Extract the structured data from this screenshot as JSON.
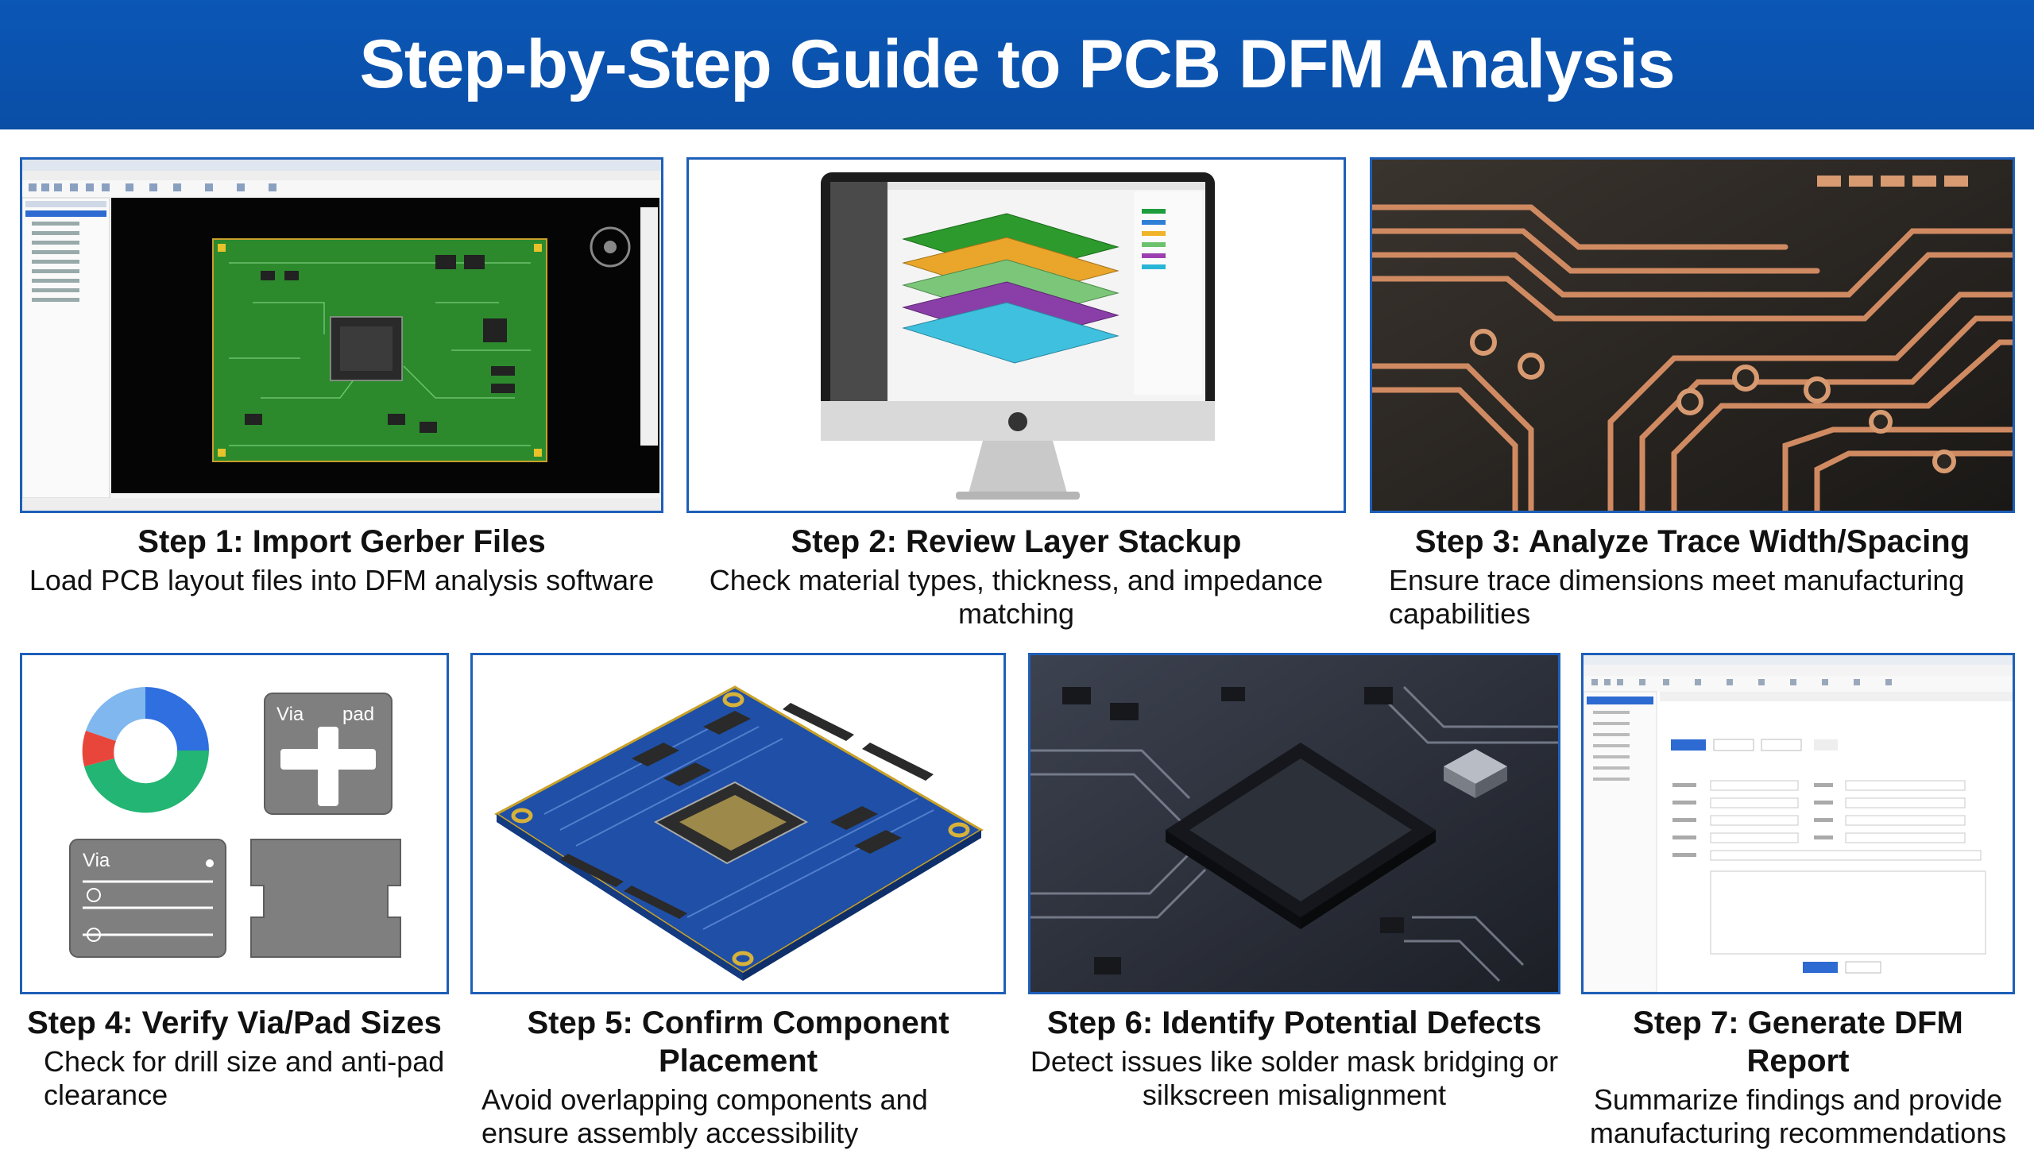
{
  "header": {
    "title": "Step-by-Step Guide to PCB DFM Analysis"
  },
  "steps": [
    {
      "title": "Step 1: Import Gerber Files",
      "desc": "Load PCB layout files into DFM analysis software"
    },
    {
      "title": "Step 2: Review Layer Stackup",
      "desc": "Check material types, thickness, and impedance matching"
    },
    {
      "title": "Step 3: Analyze Trace Width/Spacing",
      "desc": "Ensure trace dimensions meet manufacturing capabilities"
    },
    {
      "title": "Step 4: Verify Via/Pad Sizes",
      "desc": "Check for drill size and anti-pad clearance"
    },
    {
      "title": "Step 5: Confirm Component Placement",
      "desc": "Avoid overlapping components and ensure assembly accessibility"
    },
    {
      "title": "Step 6: Identify Potential Defects",
      "desc": "Detect issues like solder mask bridging or silkscreen misalignment"
    },
    {
      "title": "Step 7: Generate DFM Report",
      "desc": "Summarize findings and provide manufacturing recommendations"
    }
  ],
  "illustrations": {
    "step4_labels": {
      "via_top": "Via",
      "pad_top": "pad",
      "via_bottom": "Via"
    }
  },
  "colors": {
    "brand_blue": "#0b57b6",
    "pcb_green": "#2f8f2f",
    "copper": "#c7825a",
    "board_blue": "#1f4fa6"
  }
}
